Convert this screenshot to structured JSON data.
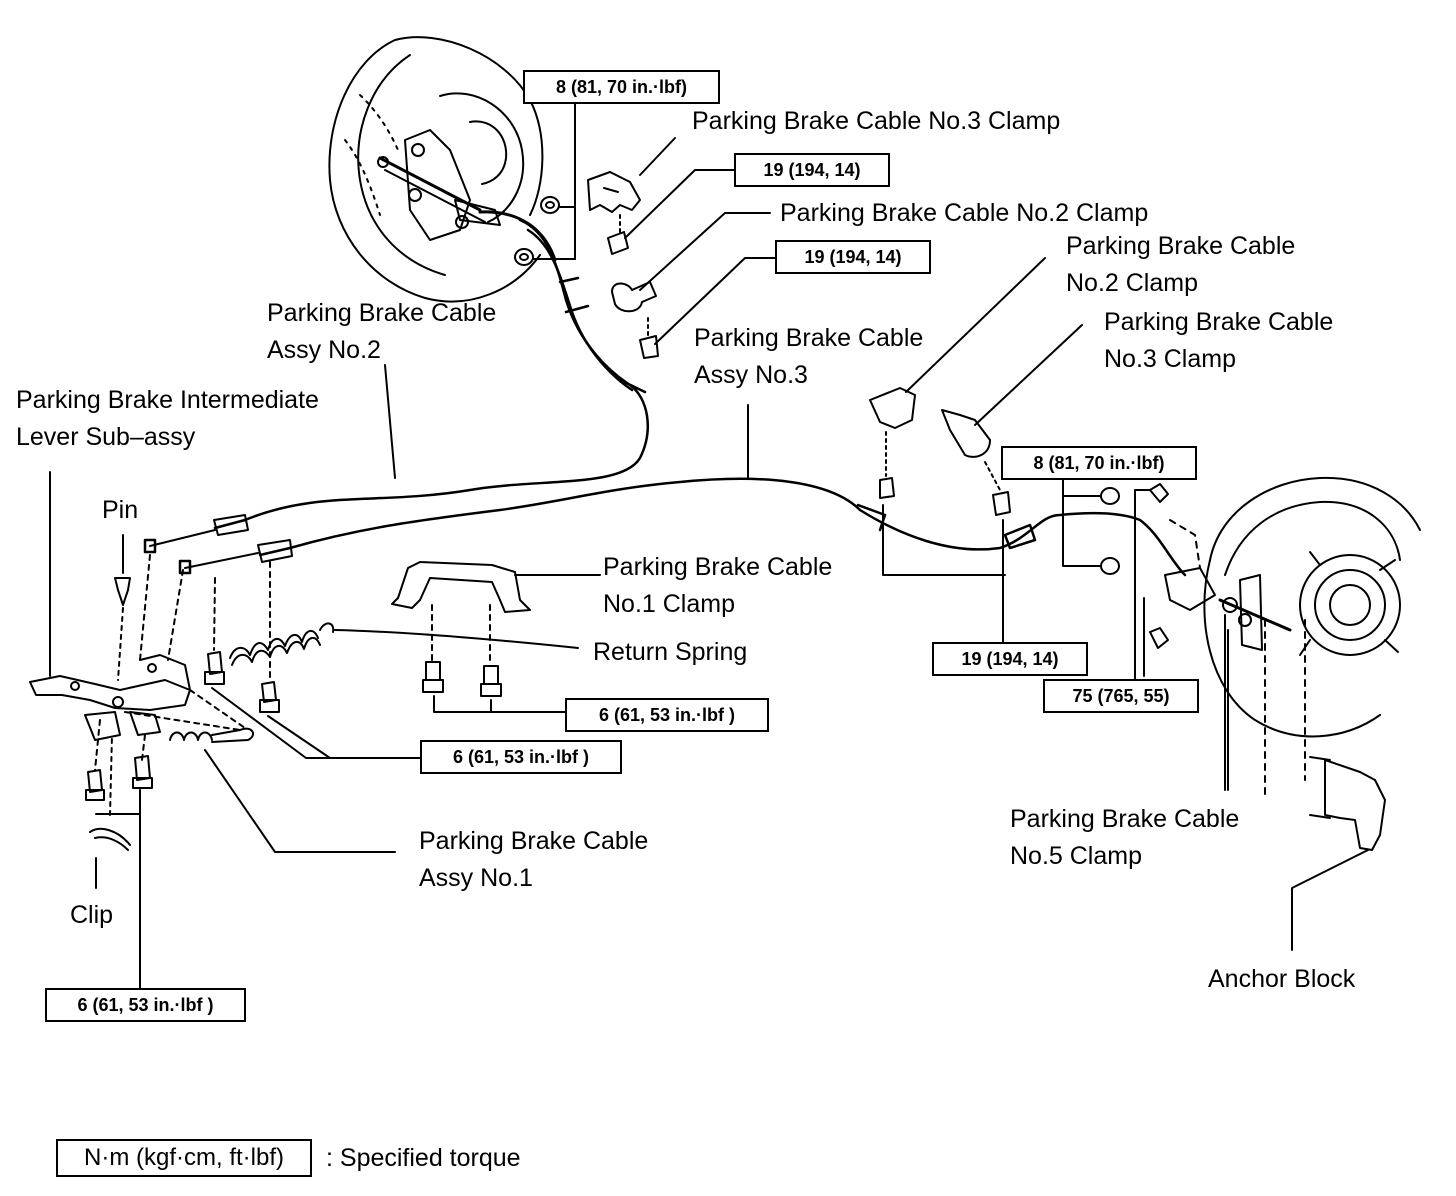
{
  "labels": {
    "cable_no3_clamp_top": "Parking Brake Cable No.3 Clamp",
    "cable_no2_clamp_top": "Parking Brake Cable No.2 Clamp",
    "cable_no2_clamp_right_l1": "Parking Brake Cable",
    "cable_no2_clamp_right_l2": "No.2 Clamp",
    "cable_no3_clamp_right_l1": "Parking Brake Cable",
    "cable_no3_clamp_right_l2": "No.3 Clamp",
    "cable_assy_no2_l1": "Parking Brake Cable",
    "cable_assy_no2_l2": "Assy No.2",
    "cable_assy_no3_l1": "Parking Brake Cable",
    "cable_assy_no3_l2": "Assy No.3",
    "intermediate_lever_l1": "Parking Brake Intermediate",
    "intermediate_lever_l2": "Lever Sub–assy",
    "pin": "Pin",
    "cable_no1_clamp_l1": "Parking Brake Cable",
    "cable_no1_clamp_l2": "No.1 Clamp",
    "return_spring": "Return Spring",
    "cable_assy_no1_l1": "Parking Brake Cable",
    "cable_assy_no1_l2": "Assy No.1",
    "clip": "Clip",
    "cable_no5_clamp_l1": "Parking Brake Cable",
    "cable_no5_clamp_l2": "No.5 Clamp",
    "anchor_block": "Anchor Block"
  },
  "torques": {
    "top_8": "8 (81, 70 in.·lbf)",
    "top_19_a": "19 (194, 14)",
    "top_19_b": "19 (194, 14)",
    "right_8": "8 (81, 70 in.·lbf)",
    "right_19": "19 (194, 14)",
    "right_75": "75 (765, 55)",
    "mid_6_a": "6 (61, 53 in.·lbf )",
    "mid_6_b": "6 (61, 53 in.·lbf )",
    "left_6": "6 (61, 53 in.·lbf )"
  },
  "legend": {
    "unit": "N·m (kgf·cm, ft·lbf)",
    "meaning": ": Specified torque"
  }
}
